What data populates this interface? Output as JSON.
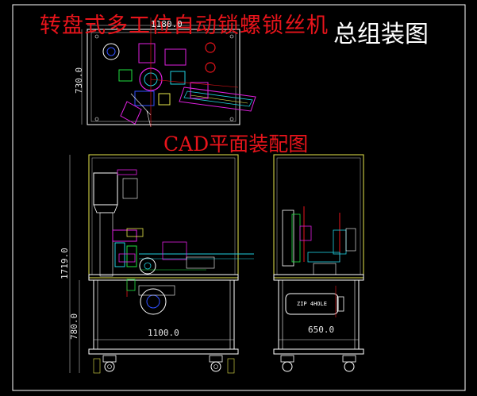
{
  "title_main": "转盘式多工位自动锁螺锁丝机",
  "title_secondary": "总组装图",
  "subtitle_cad": "CAD平面装配图",
  "dimensions": {
    "top_view_width": "1180.0",
    "top_view_height": "730.0",
    "front_total_height": "1719.0",
    "front_frame_height": "780.0",
    "front_width": "1100.0",
    "side_width": "650.0"
  },
  "motor_label": "ZIP 4HOLE",
  "colors": {
    "background": "#000000",
    "title_red": "#e8141b",
    "frame_outline": "#ffffff",
    "frame_yellow": "#e6e64c",
    "accent_magenta": "#e020e0",
    "accent_cyan": "#20d0e0",
    "accent_green": "#20e040",
    "accent_blue": "#3050ff"
  }
}
